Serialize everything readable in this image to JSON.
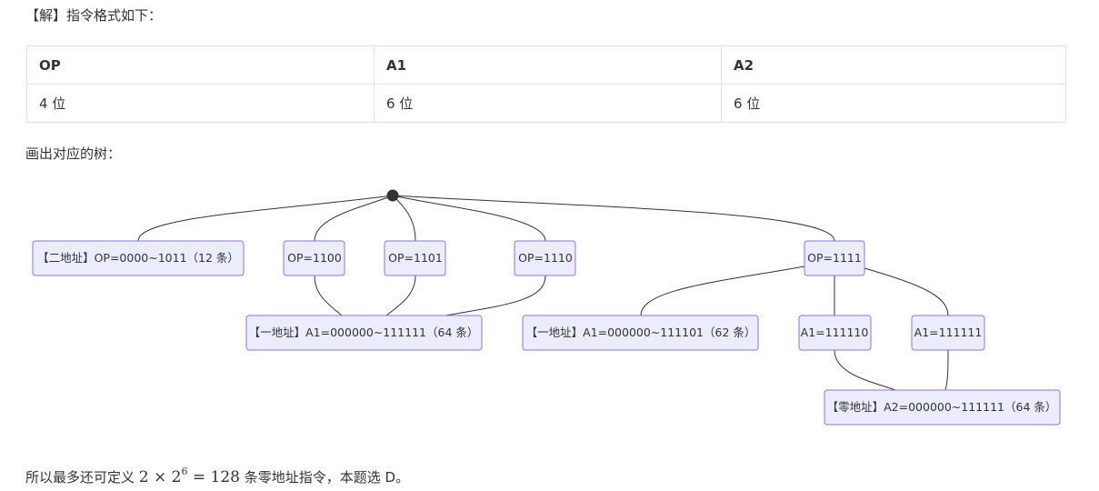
{
  "intro": "【解】指令格式如下：",
  "format_table": {
    "headers": [
      "OP",
      "A1",
      "A2"
    ],
    "row": [
      "4 位",
      "6 位",
      "6 位"
    ]
  },
  "tree_label": "画出对应的树：",
  "tree": {
    "nodes": [
      {
        "id": "n2addr",
        "label": "【二地址】OP=0000~1011（12 条）"
      },
      {
        "id": "op1100",
        "label": "OP=1100"
      },
      {
        "id": "op1101",
        "label": "OP=1101"
      },
      {
        "id": "op1110",
        "label": "OP=1110"
      },
      {
        "id": "op1111",
        "label": "OP=1111"
      },
      {
        "id": "n1addr64",
        "label": "【一地址】A1=000000~111111（64 条）"
      },
      {
        "id": "n1addr62",
        "label": "【一地址】A1=000000~111101（62 条）"
      },
      {
        "id": "a1_110",
        "label": "A1=111110"
      },
      {
        "id": "a1_111",
        "label": "A1=111111"
      },
      {
        "id": "n0addr",
        "label": "【零地址】A2=000000~111111（64 条）"
      }
    ],
    "edges": [
      [
        "root",
        "n2addr"
      ],
      [
        "root",
        "op1100"
      ],
      [
        "root",
        "op1101"
      ],
      [
        "root",
        "op1110"
      ],
      [
        "root",
        "op1111"
      ],
      [
        "op1100",
        "n1addr64"
      ],
      [
        "op1101",
        "n1addr64"
      ],
      [
        "op1110",
        "n1addr64"
      ],
      [
        "op1111",
        "n1addr62"
      ],
      [
        "op1111",
        "a1_110"
      ],
      [
        "op1111",
        "a1_111"
      ],
      [
        "a1_110",
        "n0addr"
      ],
      [
        "a1_111",
        "n0addr"
      ]
    ]
  },
  "conclusion": {
    "prefix": "所以最多还可定义",
    "math_base": "2 × 2",
    "math_exp": "6",
    "math_result": " = 128",
    "suffix": "条零地址指令，本题选 D。"
  }
}
